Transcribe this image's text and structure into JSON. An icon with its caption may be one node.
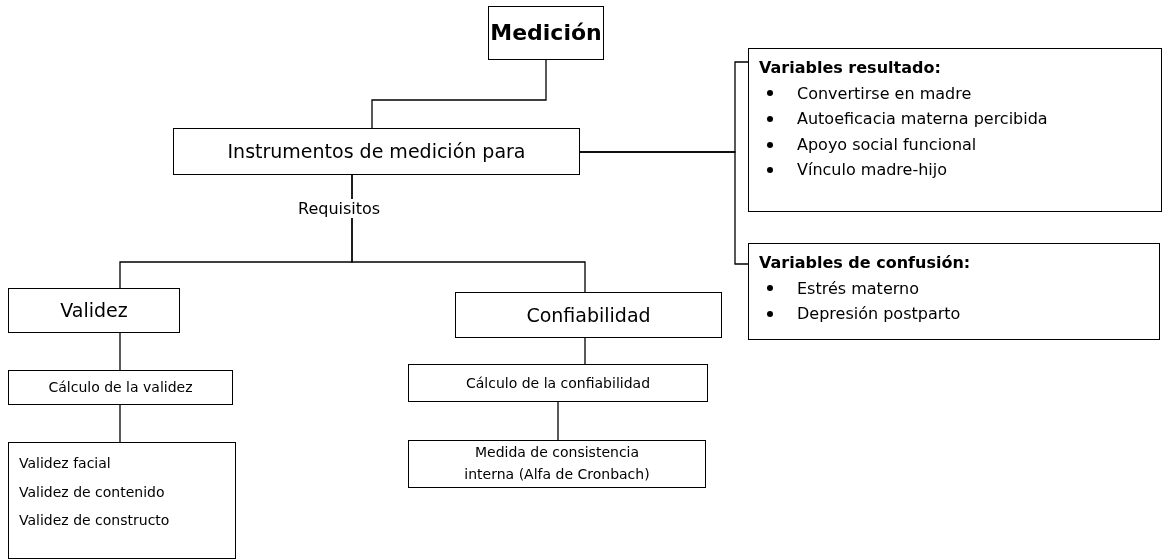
{
  "diagram": {
    "nodes": [
      {
        "text": [
          "Medición"
        ]
      },
      {
        "text": [
          "Instrumentos de medición para"
        ]
      },
      {
        "text": [
          "Variables resultado:",
          "Convertirse en madre",
          "Autoeficacia materna percibida",
          "Apoyo social funcional",
          "Vínculo madre-hijo"
        ]
      },
      {
        "text": [
          "Variables de confusión:",
          "Estrés materno",
          "Depresión postparto"
        ]
      },
      {
        "text": [
          "Validez"
        ]
      },
      {
        "text": [
          "Confiabilidad"
        ]
      },
      {
        "text": [
          "Cálculo de la validez"
        ]
      },
      {
        "text": [
          "Cálculo de la confiabilidad"
        ]
      },
      {
        "text": [
          "Validez facial",
          "Validez de contenido",
          "Validez de constructo"
        ]
      },
      {
        "text": [
          "Medida de consistencia interna (Alfa de Cronbach)"
        ]
      }
    ],
    "edges": [
      {
        "from": 0,
        "to": 1,
        "arrow": "none"
      },
      {
        "from": 1,
        "to": 4,
        "arrow": "none",
        "label": "Requisitos"
      },
      {
        "from": 1,
        "to": 5,
        "arrow": "none"
      },
      {
        "from": 1,
        "to": 2,
        "arrow": "none"
      },
      {
        "from": 1,
        "to": 3,
        "arrow": "none"
      },
      {
        "from": 4,
        "to": 6,
        "arrow": "none"
      },
      {
        "from": 6,
        "to": 8,
        "arrow": "none"
      },
      {
        "from": 5,
        "to": 7,
        "arrow": "none"
      },
      {
        "from": 7,
        "to": 9,
        "arrow": "none"
      }
    ]
  }
}
